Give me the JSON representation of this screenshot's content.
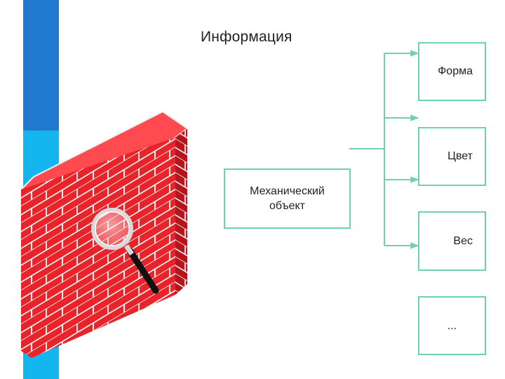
{
  "slide": {
    "title": "Информация",
    "source_label": "Механический\nобъект",
    "properties": [
      "Форма",
      "Цвет",
      "Вес",
      "..."
    ]
  },
  "colors": {
    "stripe_dark": "#1f7ad0",
    "stripe_light": "#15b6ef",
    "connector": "#6fd3a8",
    "brick": "#e8232a",
    "mortar": "#f2f2f2"
  },
  "icons": {
    "illustration": "brick-wall-with-magnifier-icon"
  }
}
